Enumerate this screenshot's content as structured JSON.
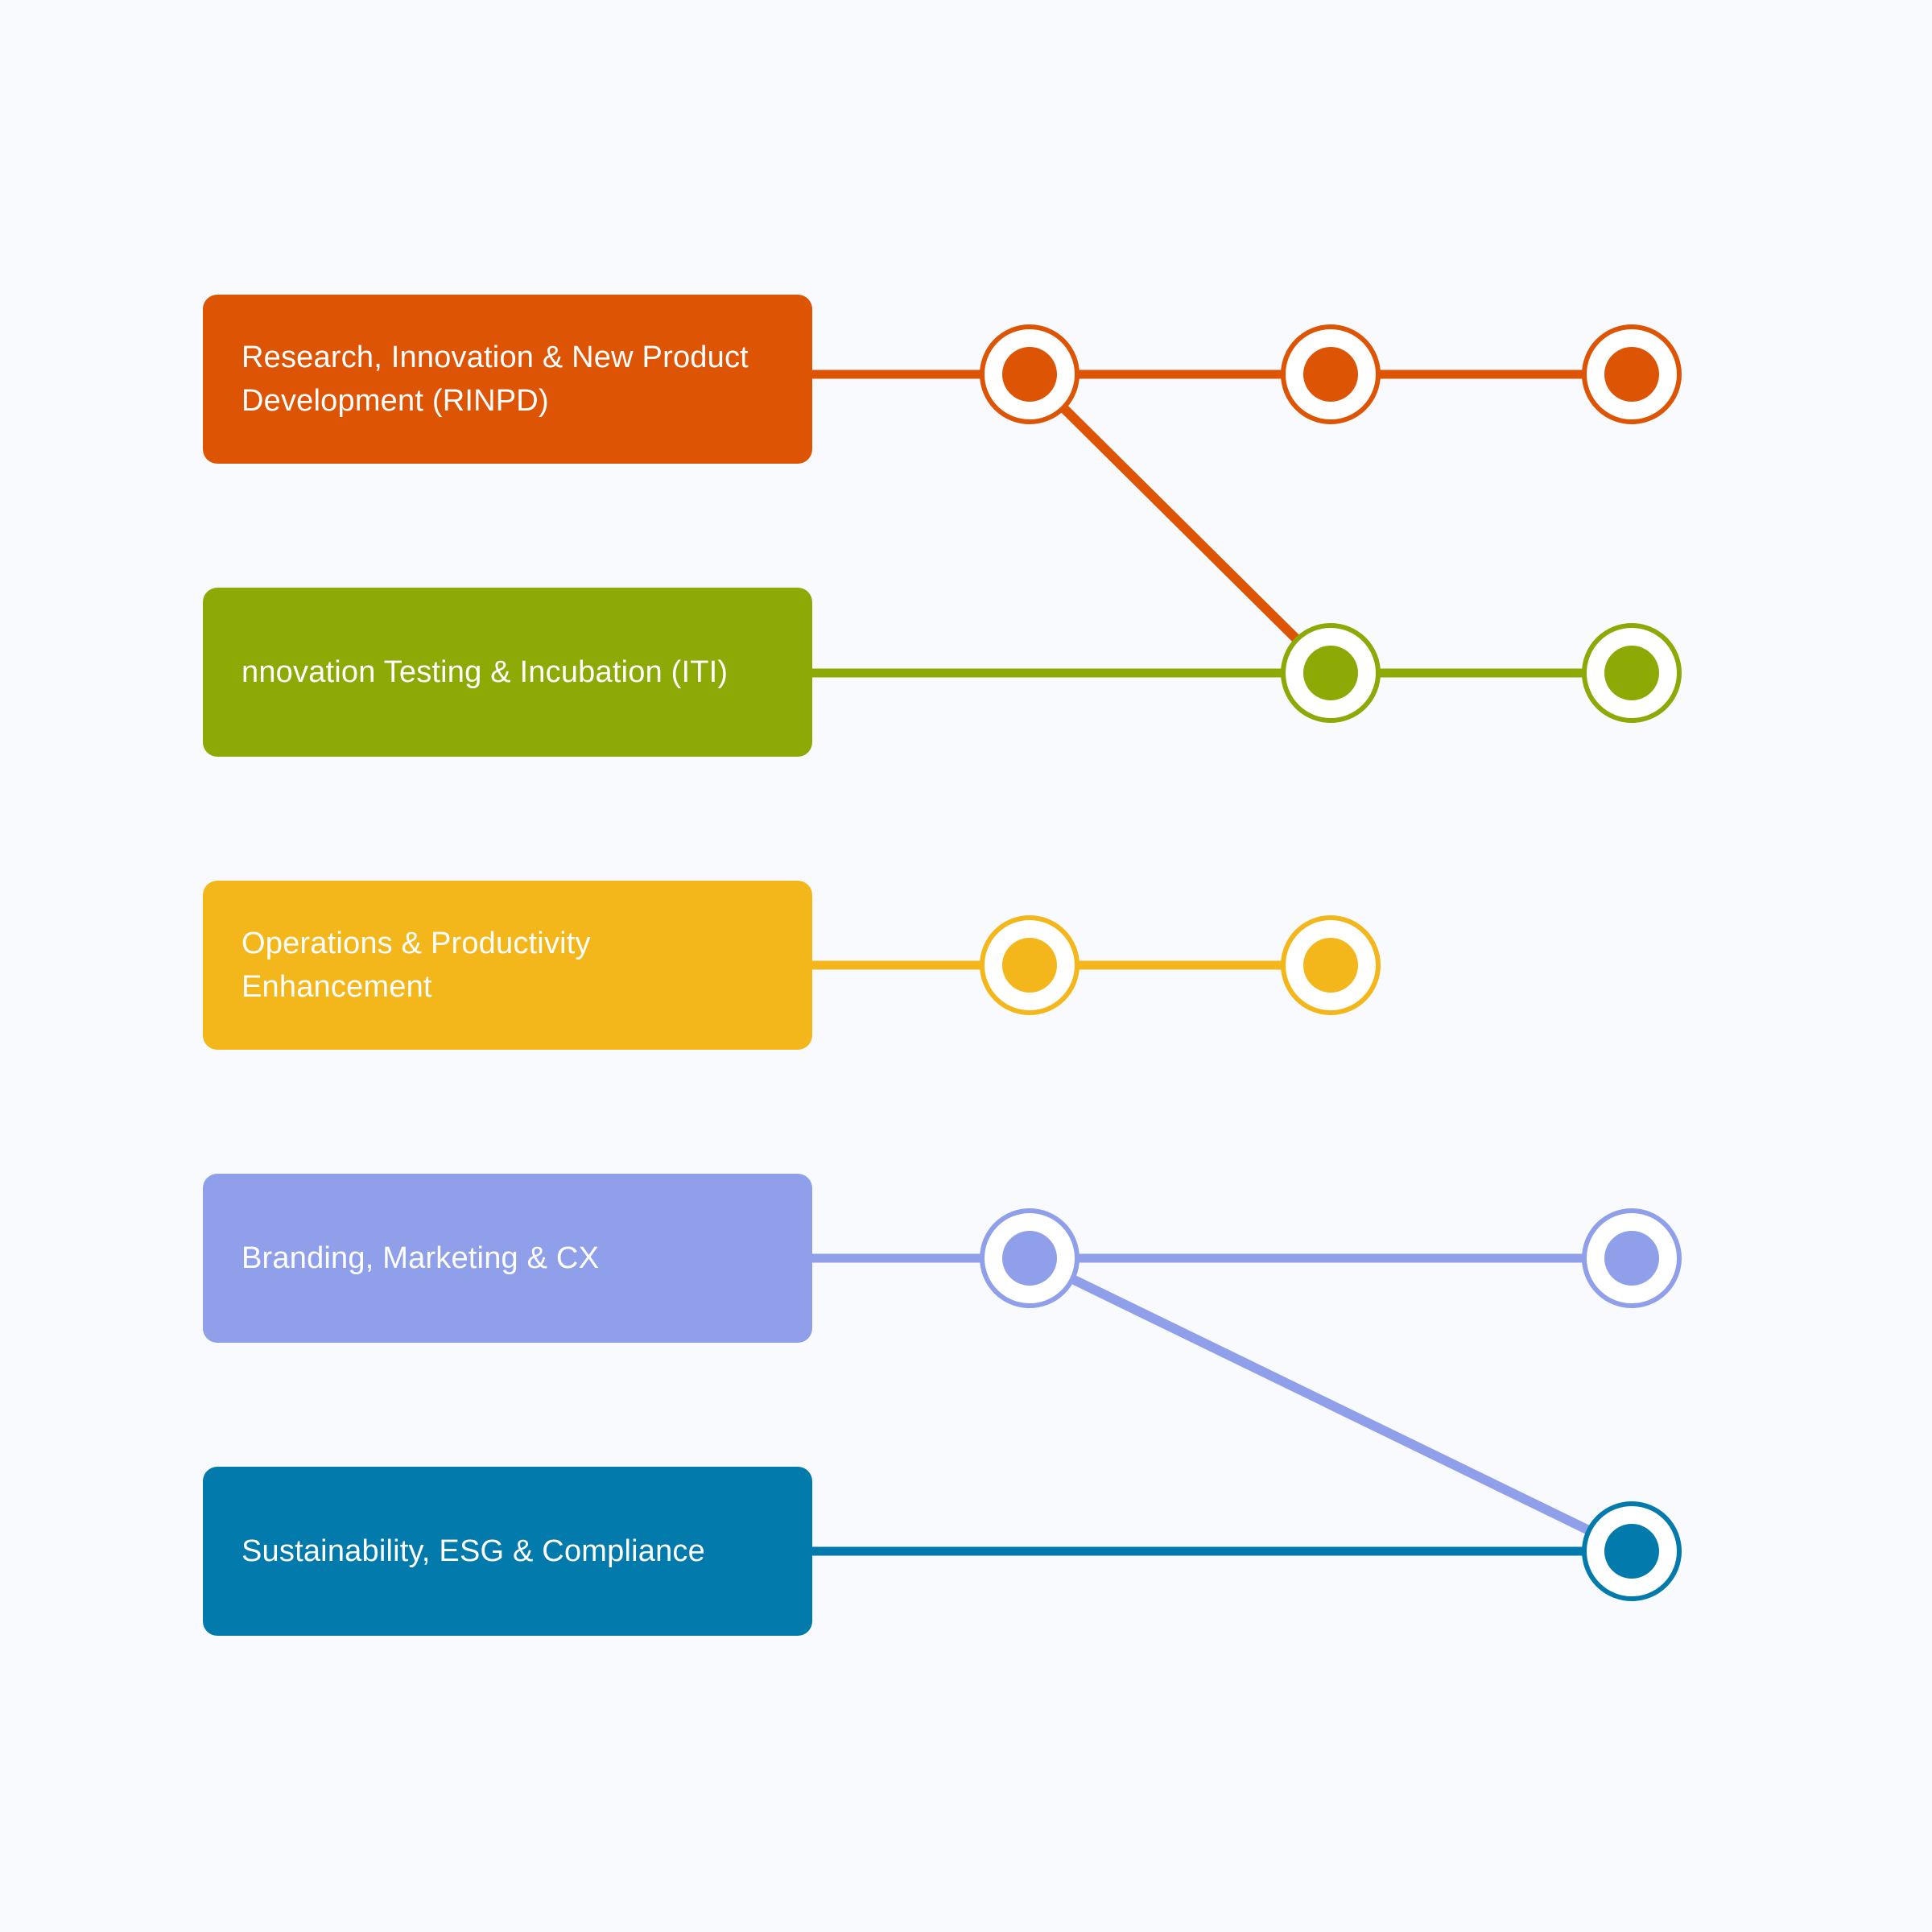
{
  "background": "#f8fafd",
  "tracks": [
    {
      "id": "rinpd",
      "label": "Research, Innovation & New Product Development (RINPD)",
      "color": "#dd5504",
      "stations": [
        1,
        2,
        3
      ]
    },
    {
      "id": "iti",
      "label": "nnovation Testing & Incubation (ITI)",
      "color": "#8da906",
      "stations": [
        2,
        3
      ]
    },
    {
      "id": "ope",
      "label": "Operations & Productivity Enhancement",
      "color": "#f3b61b",
      "stations": [
        1,
        2
      ]
    },
    {
      "id": "bmcx",
      "label": "Branding, Marketing & CX",
      "color": "#909fea",
      "stations": [
        1,
        3
      ]
    },
    {
      "id": "esg",
      "label": "Sustainability, ESG & Compliance",
      "color": "#027aab",
      "stations": [
        3
      ]
    }
  ],
  "branches": [
    {
      "from_track": "rinpd",
      "from_station": 1,
      "to_track": "iti",
      "to_station": 2
    },
    {
      "from_track": "bmcx",
      "from_station": 1,
      "to_track": "esg",
      "to_station": 3
    }
  ]
}
